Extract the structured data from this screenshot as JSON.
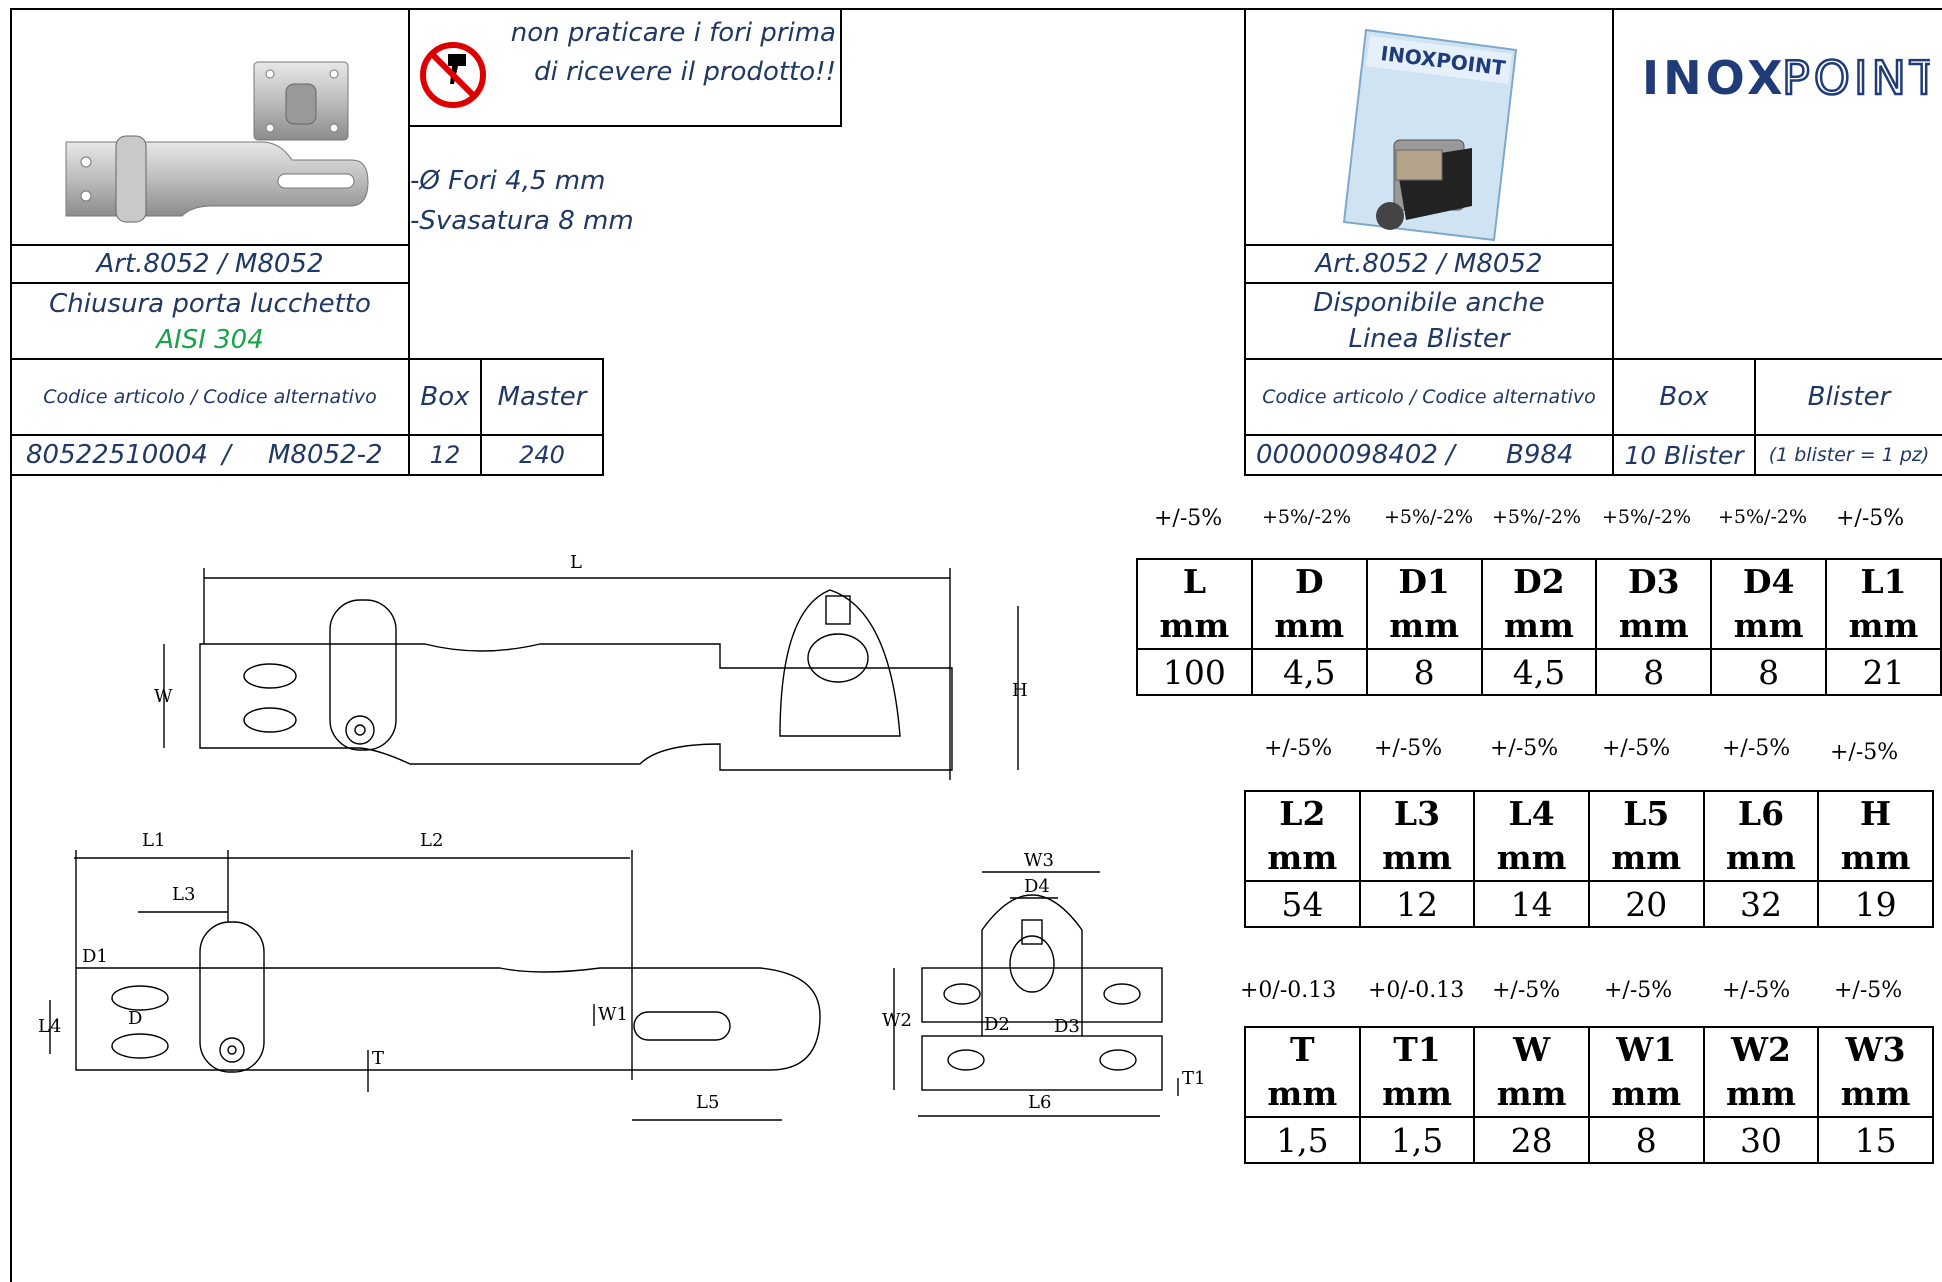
{
  "left": {
    "article": "Art.8052 / M8052",
    "description": "Chiusura porta lucchetto",
    "material": "AISI 304",
    "warning": "non praticare i fori prima di ricevere il prodotto!!",
    "spec1": "-Ø Fori 4,5 mm",
    "spec2": "-Svasatura 8 mm",
    "code_header": "Codice articolo / Codice alternativo",
    "box_header": "Box",
    "master_header": "Master",
    "code": "80522510004",
    "sep": "/",
    "alt_code": "M8052-2",
    "box": "12",
    "master": "240"
  },
  "right": {
    "article": "Art.8052 / M8052",
    "description": "Disponibile anche Linea Blister",
    "code_header": "Codice articolo / Codice alternativo",
    "box_header": "Box",
    "blister_header": "Blister",
    "code": "00000098402",
    "sep": "/",
    "alt_code": "B984",
    "box": "10 Blister",
    "blister": "(1 blister = 1 pz)",
    "brand": "INOXPOINT"
  },
  "drawing_labels": {
    "L": "L",
    "W": "W",
    "H": "H",
    "L1": "L1",
    "L2": "L2",
    "L3": "L3",
    "L4": "L4",
    "L5": "L5",
    "L6": "L6",
    "D": "D",
    "D1": "D1",
    "D2": "D2",
    "D3": "D3",
    "D4": "D4",
    "W1": "W1",
    "W2": "W2",
    "W3": "W3",
    "T": "T",
    "T1": "T1"
  },
  "tables": [
    {
      "tolerances": [
        "+/-5%",
        "+5%/-2%",
        "+5%/-2%",
        "+5%/-2%",
        "+5%/-2%",
        "+5%/-2%",
        "+/-5%"
      ],
      "headers": [
        "L",
        "D",
        "D1",
        "D2",
        "D3",
        "D4",
        "L1"
      ],
      "unit": "mm",
      "values": [
        "100",
        "4,5",
        "8",
        "4,5",
        "8",
        "8",
        "21"
      ]
    },
    {
      "tolerances": [
        "+/-5%",
        "+/-5%",
        "+/-5%",
        "+/-5%",
        "+/-5%",
        "+/-5%"
      ],
      "headers": [
        "L2",
        "L3",
        "L4",
        "L5",
        "L6",
        "H"
      ],
      "unit": "mm",
      "values": [
        "54",
        "12",
        "14",
        "20",
        "32",
        "19"
      ]
    },
    {
      "tolerances": [
        "+0/-0.13",
        "+0/-0.13",
        "+/-5%",
        "+/-5%",
        "+/-5%",
        "+/-5%"
      ],
      "headers": [
        "T",
        "T1",
        "W",
        "W1",
        "W2",
        "W3"
      ],
      "unit": "mm",
      "values": [
        "1,5",
        "1,5",
        "28",
        "8",
        "30",
        "15"
      ]
    }
  ]
}
